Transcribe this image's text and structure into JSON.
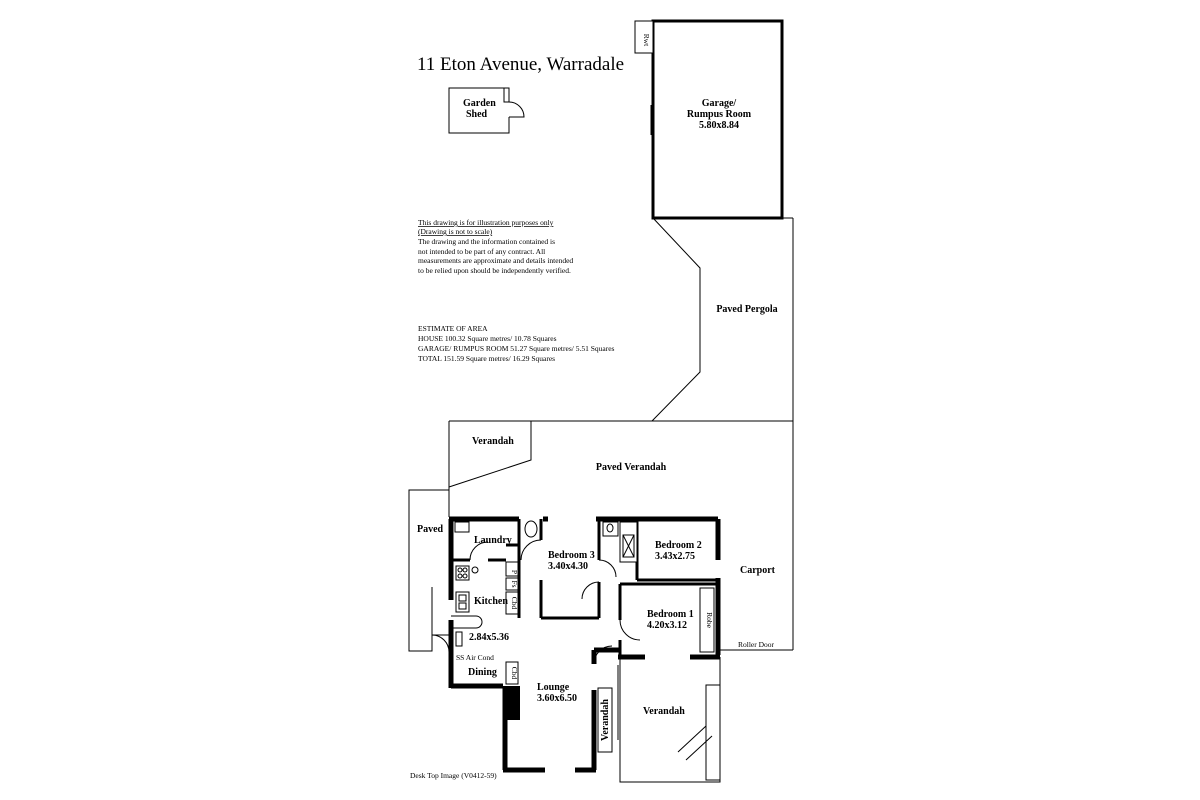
{
  "title": "11 Eton Avenue, Warradale",
  "disclaimer": {
    "line1": "This drawing is for illustration purposes only",
    "line2": "(Drawing is not to scale)",
    "body": [
      "The drawing and the information contained is",
      "not intended to be part of any contract.  All",
      "measurements are approximate and details intended",
      "to be relied upon should be independently verified."
    ]
  },
  "area": {
    "heading": "ESTIMATE OF AREA",
    "lines": [
      "HOUSE  100.32 Square metres/ 10.78 Squares",
      "GARAGE/ RUMPUS ROOM  51.27 Square metres/ 5.51 Squares",
      "TOTAL  151.59 Square metres/ 16.29 Squares"
    ]
  },
  "rooms": {
    "garden_shed": [
      "Garden",
      "Shed"
    ],
    "garage": [
      "Garage/",
      "Rumpus Room",
      "5.80x8.84"
    ],
    "rwt": "Rwt",
    "paved_pergola": "Paved Pergola",
    "verandah_top": "Verandah",
    "paved_verandah": "Paved Verandah",
    "paved": "Paved",
    "laundry": "Laundry",
    "bedroom3": [
      "Bedroom 3",
      "3.40x4.30"
    ],
    "bedroom2": [
      "Bedroom 2",
      "3.43x2.75"
    ],
    "carport": "Carport",
    "kitchen": "Kitchen",
    "kitchen_size": "2.84x5.36",
    "bedroom1": [
      "Bedroom 1",
      "4.20x3.12"
    ],
    "robe": "Robe",
    "roller_door": "Roller Door",
    "ss_air_cond": "SS Air Cond",
    "dining": "Dining",
    "lounge": [
      "Lounge",
      "3.60x6.50"
    ],
    "verandah_side": "Verandah",
    "verandah_bottom": "Verandah",
    "cbd1": "Cbd",
    "cbd2": "Cbd",
    "fs": "Fs",
    "p": "P"
  },
  "footer": "Desk Top Image  (V0412-59)"
}
